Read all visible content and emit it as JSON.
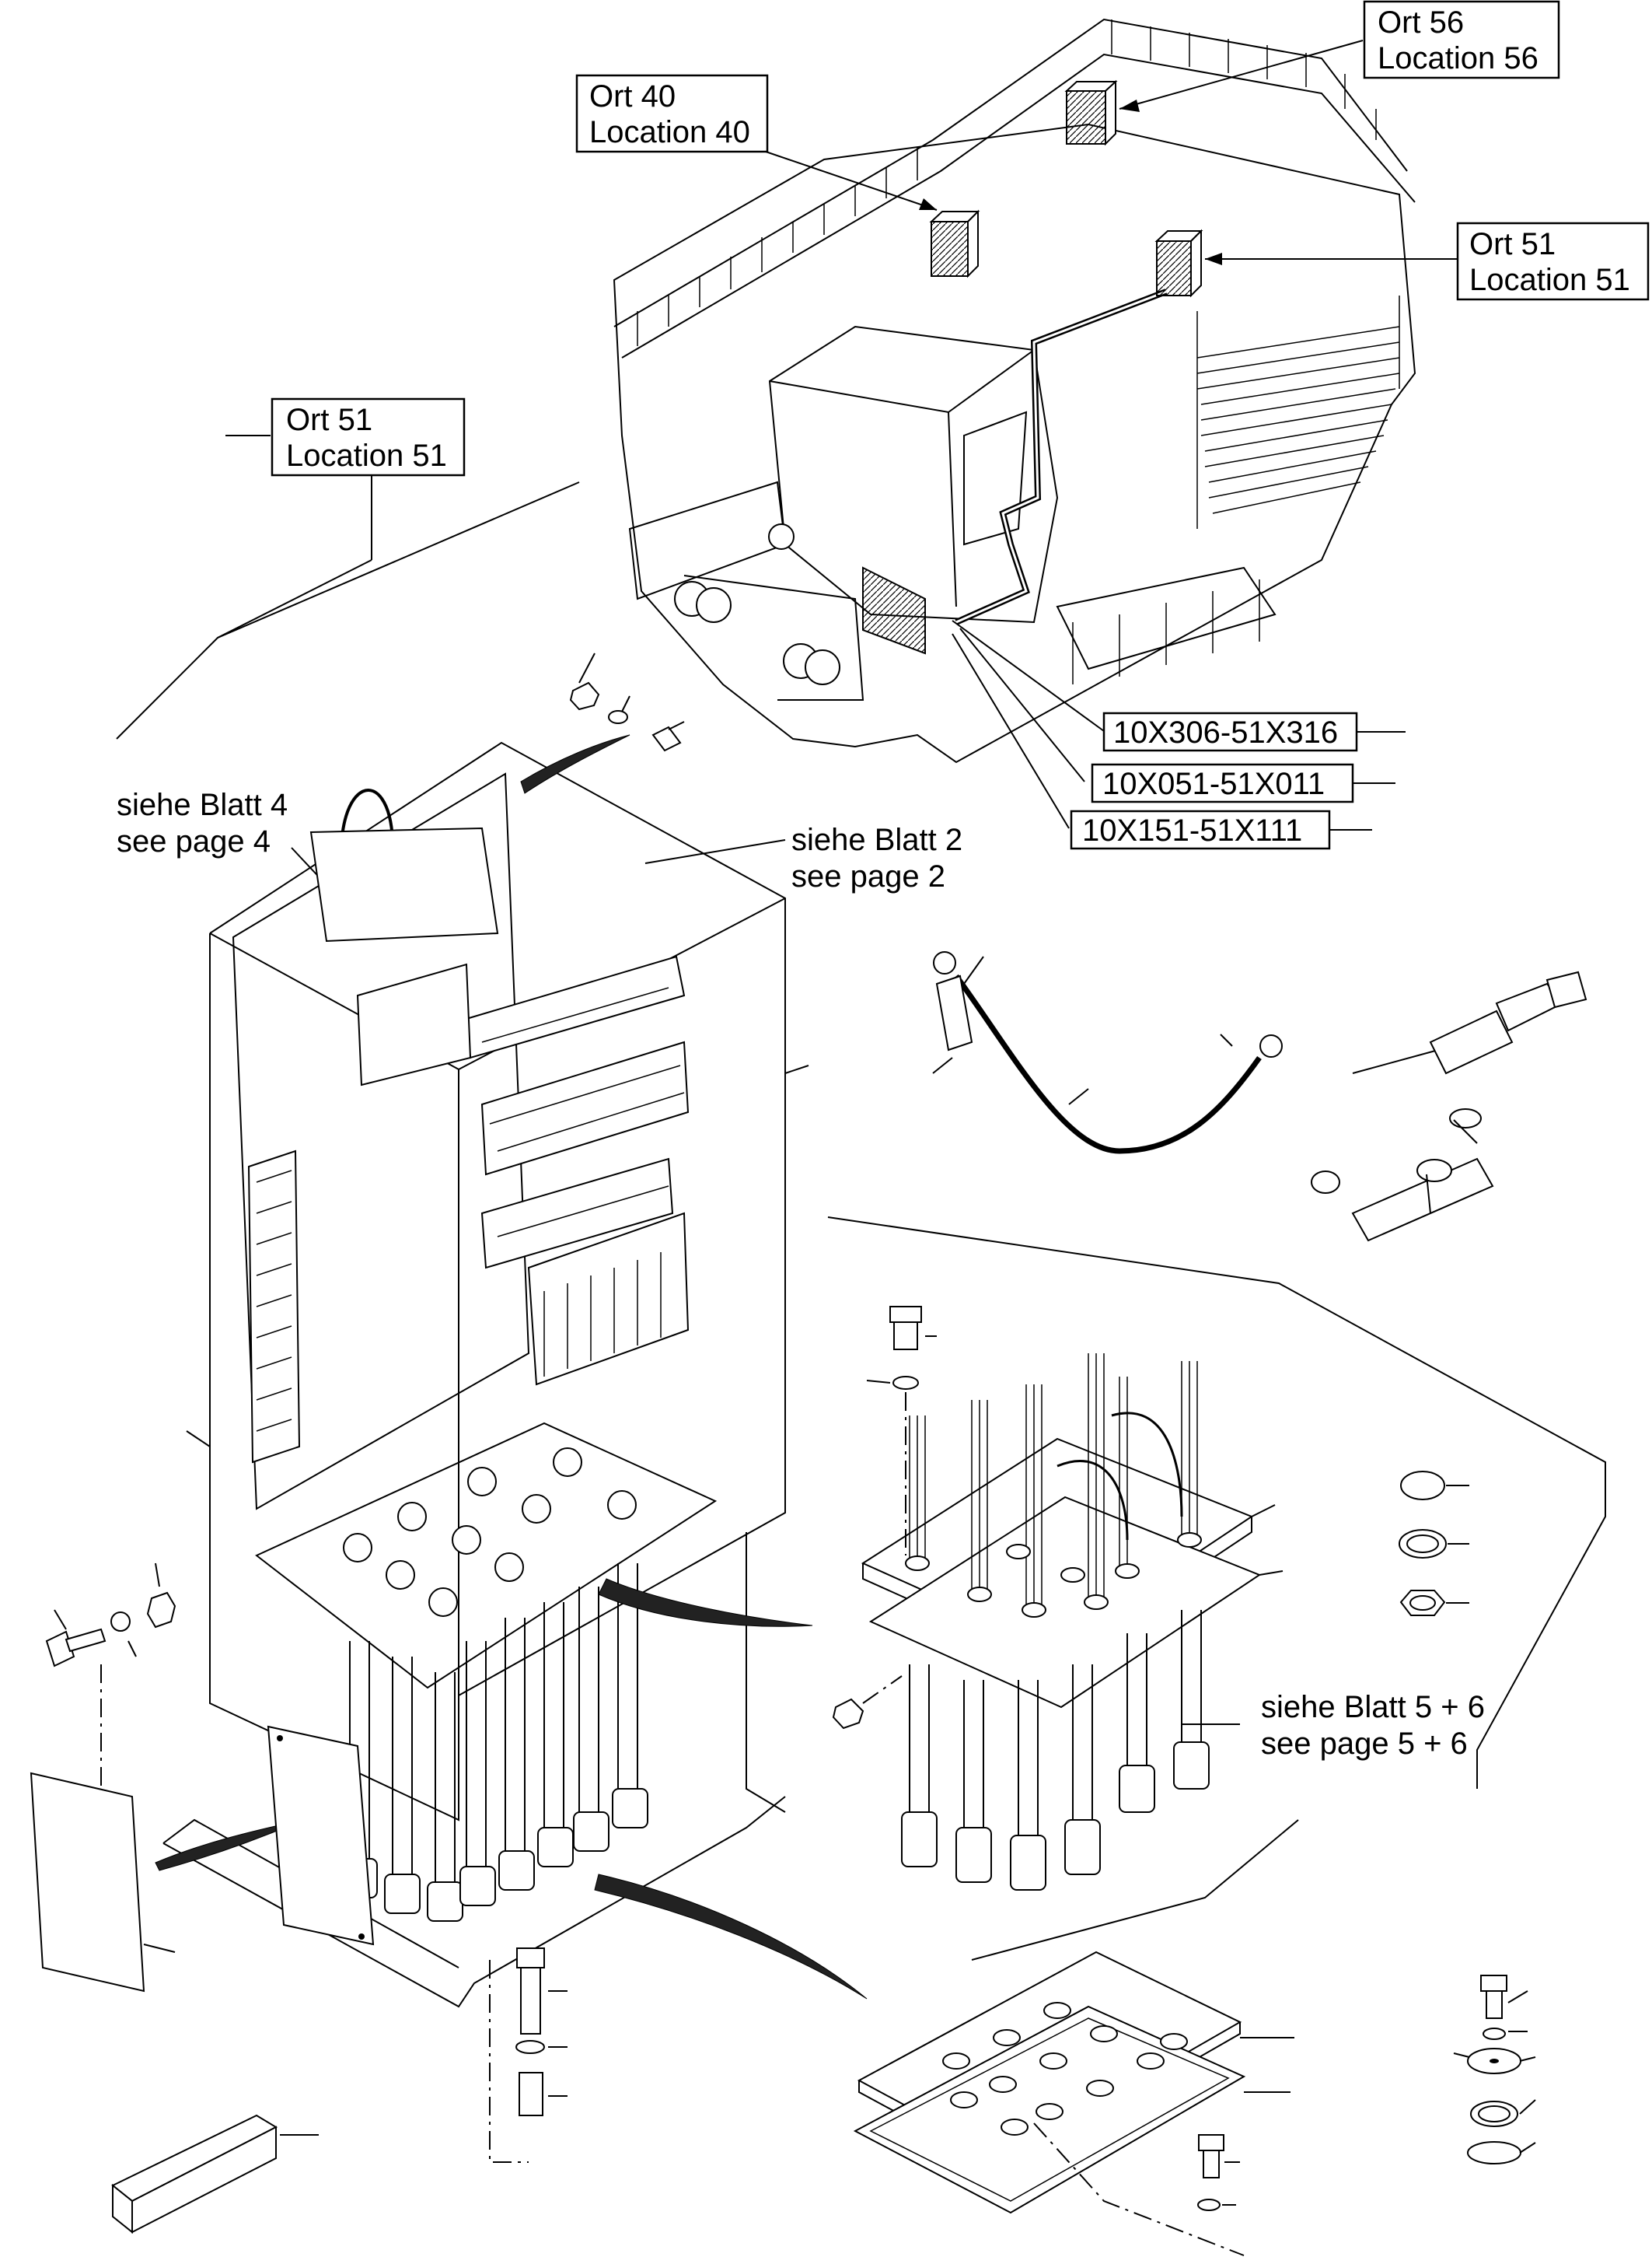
{
  "callouts": {
    "ort56": {
      "line1": "Ort 56",
      "line2": "Location 56"
    },
    "ort40": {
      "line1": "Ort 40",
      "line2": "Location 40"
    },
    "ort51_top": {
      "line1": "Ort 51",
      "line2": "Location 51"
    },
    "ort51_left": {
      "line1": "Ort 51",
      "line2": "Location 51"
    }
  },
  "cables": [
    {
      "id": "10X306-51X316"
    },
    {
      "id": "10X051-51X011"
    },
    {
      "id": "10X151-51X111"
    }
  ],
  "references": {
    "blatt4": {
      "de": "siehe Blatt 4",
      "en": "see page 4"
    },
    "blatt2": {
      "de": "siehe Blatt 2",
      "en": "see page 2"
    },
    "blatt56": {
      "de": "siehe Blatt 5 + 6",
      "en": "see page 5 + 6"
    }
  }
}
